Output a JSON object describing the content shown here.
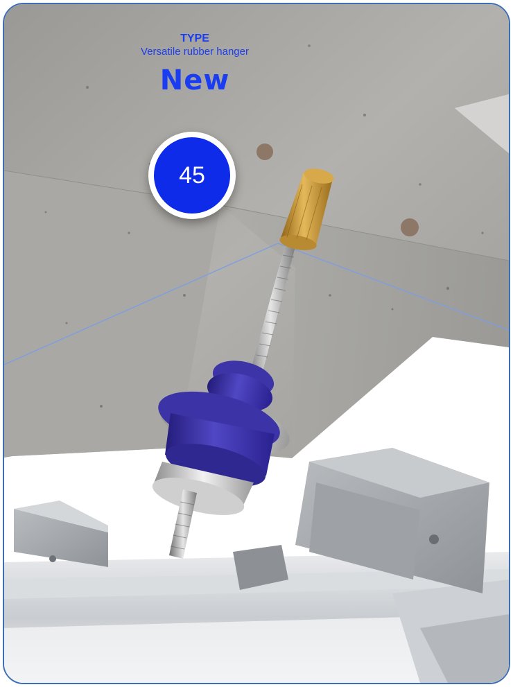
{
  "header": {
    "type_label": "TYPE",
    "subtitle": "Versatile rubber hanger",
    "new_label": "New"
  },
  "badge": {
    "number": "45"
  },
  "colors": {
    "frame_border": "#3e6fb4",
    "text_blue": "#1b3df2",
    "badge_blue": "#0f2bea",
    "rubber_blue": "#3d34a8",
    "brass": "#c99a3a",
    "concrete": "#a4a4a1"
  }
}
